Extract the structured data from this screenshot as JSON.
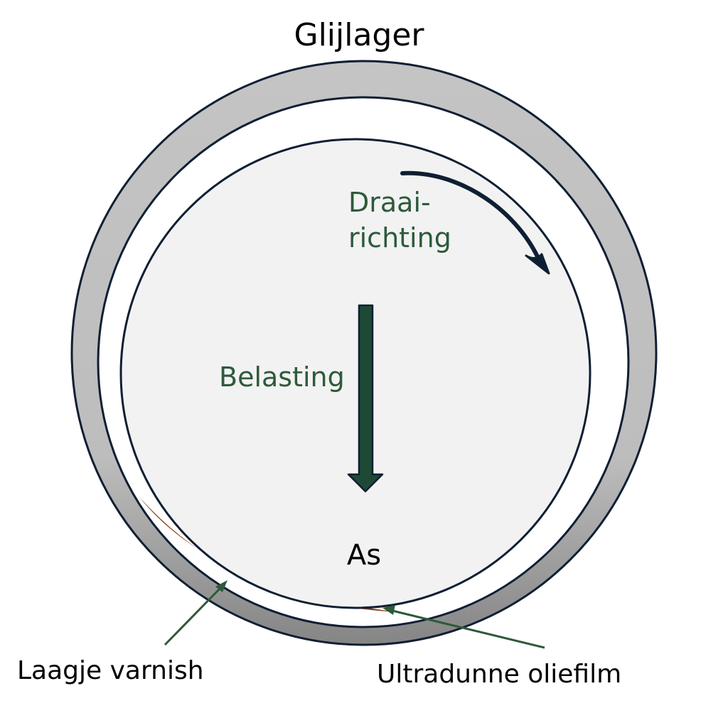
{
  "diagram": {
    "title": "Glijlager",
    "shaft_label": "As",
    "rotation_label_line1": "Draai-",
    "rotation_label_line2": "richting",
    "load_label": "Belasting",
    "varnish_label": "Laagje varnish",
    "oil_film_label": "Ultradunne oliefilm"
  },
  "colors": {
    "bearing_ring": "#bfbfbf",
    "bearing_ring_dark": "#8a8a8a",
    "shaft_fill": "#f2f2f2",
    "outline": "#0f1f33",
    "label_green": "#2e5a3a",
    "arrow_green": "#1e4a35",
    "varnish": "#8b3a12",
    "text": "#000000"
  }
}
